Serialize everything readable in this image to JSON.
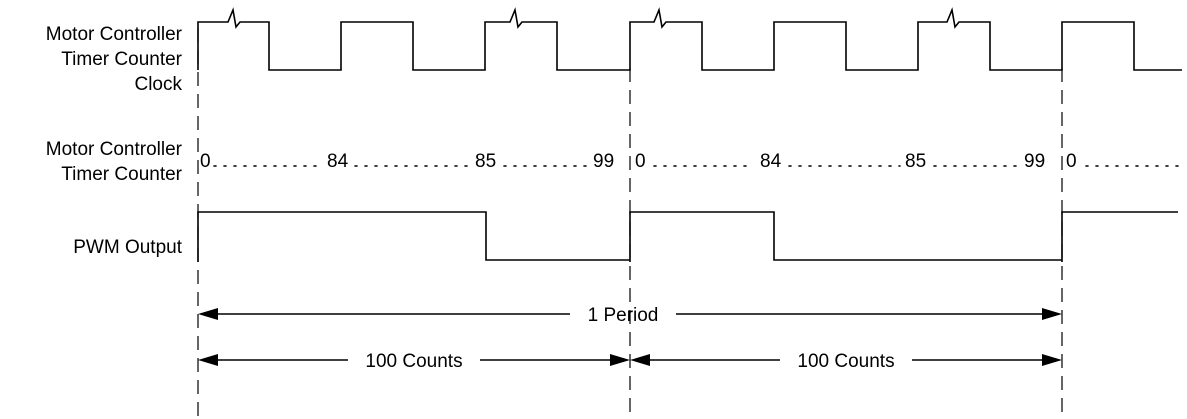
{
  "signals": {
    "clock_label": [
      "Motor Controller",
      "Timer Counter",
      "Clock"
    ],
    "counter_label": [
      "Motor Controller",
      "Timer Counter"
    ],
    "pwm_label": "PWM Output"
  },
  "counter_values": [
    [
      "0",
      "84",
      "85",
      "99"
    ],
    [
      "0",
      "84",
      "85",
      "99"
    ],
    [
      "0"
    ]
  ],
  "measurements": {
    "period": "1 Period",
    "counts_1": "100 Counts",
    "counts_2": "100 Counts"
  }
}
